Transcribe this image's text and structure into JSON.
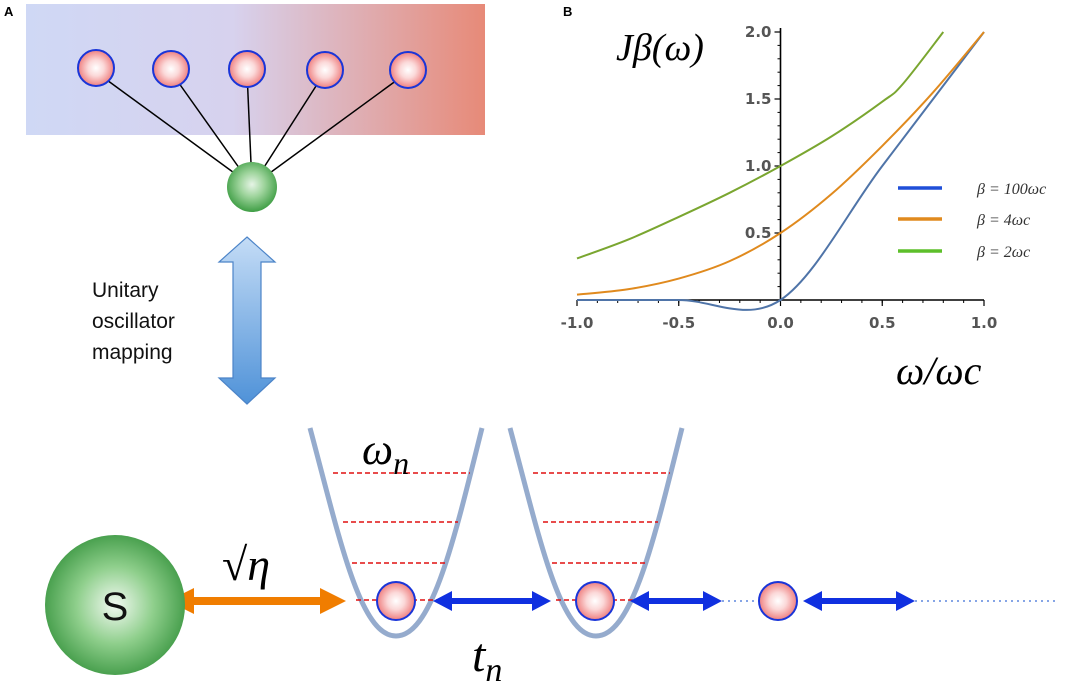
{
  "panels": {
    "a_label": "A",
    "b_label": "B"
  },
  "mapping": {
    "text_lines": [
      "Unitary",
      "oscillator",
      "mapping"
    ]
  },
  "chain": {
    "system_label": "S",
    "coupling_label": "√η",
    "frequency_label": "ωn",
    "hopping_label": "tn"
  },
  "colors": {
    "bath_left": "#cfd8f5",
    "bath_right": "#e78a78",
    "system": "#3fa04a",
    "orange_arrow": "#f07d00",
    "blue_arrow": "#1030e0",
    "well": "#7d96c0",
    "level": "#e01010"
  },
  "chart_data": {
    "type": "line",
    "title": "",
    "ylabel": "Jβ(ω)",
    "xlabel": "ω/ωc",
    "xlim": [
      -1.0,
      1.0
    ],
    "ylim": [
      0,
      2.0
    ],
    "x_ticks": [
      "-1.0",
      "-0.5",
      "0.0",
      "0.5",
      "1.0"
    ],
    "y_ticks": [
      "0.5",
      "1.0",
      "1.5",
      "2.0"
    ],
    "legend_position": "right",
    "series": [
      {
        "name": "β = 100ωc",
        "color": "#1f4fd8",
        "line_color": "#4f74a8",
        "x": [
          -1.0,
          -0.5,
          0.0,
          0.5,
          1.0
        ],
        "values": [
          0.0,
          0.0,
          0.0,
          1.0,
          2.0
        ]
      },
      {
        "name": "β = 4ωc",
        "color": "#e08a1e",
        "line_color": "#e08a1e",
        "x": [
          -1.0,
          -0.75,
          -0.5,
          -0.25,
          0.0,
          0.25,
          0.5,
          0.75,
          1.0
        ],
        "values": [
          0.04,
          0.08,
          0.16,
          0.29,
          0.5,
          0.79,
          1.15,
          1.55,
          2.0
        ]
      },
      {
        "name": "β = 2ωc",
        "color": "#5dbf2a",
        "line_color": "#7aa630",
        "x": [
          -1.0,
          -0.75,
          -0.5,
          -0.25,
          0.0,
          0.25,
          0.5,
          0.6,
          0.8
        ],
        "values": [
          0.31,
          0.45,
          0.62,
          0.8,
          1.0,
          1.22,
          1.48,
          1.61,
          2.0
        ]
      }
    ]
  }
}
